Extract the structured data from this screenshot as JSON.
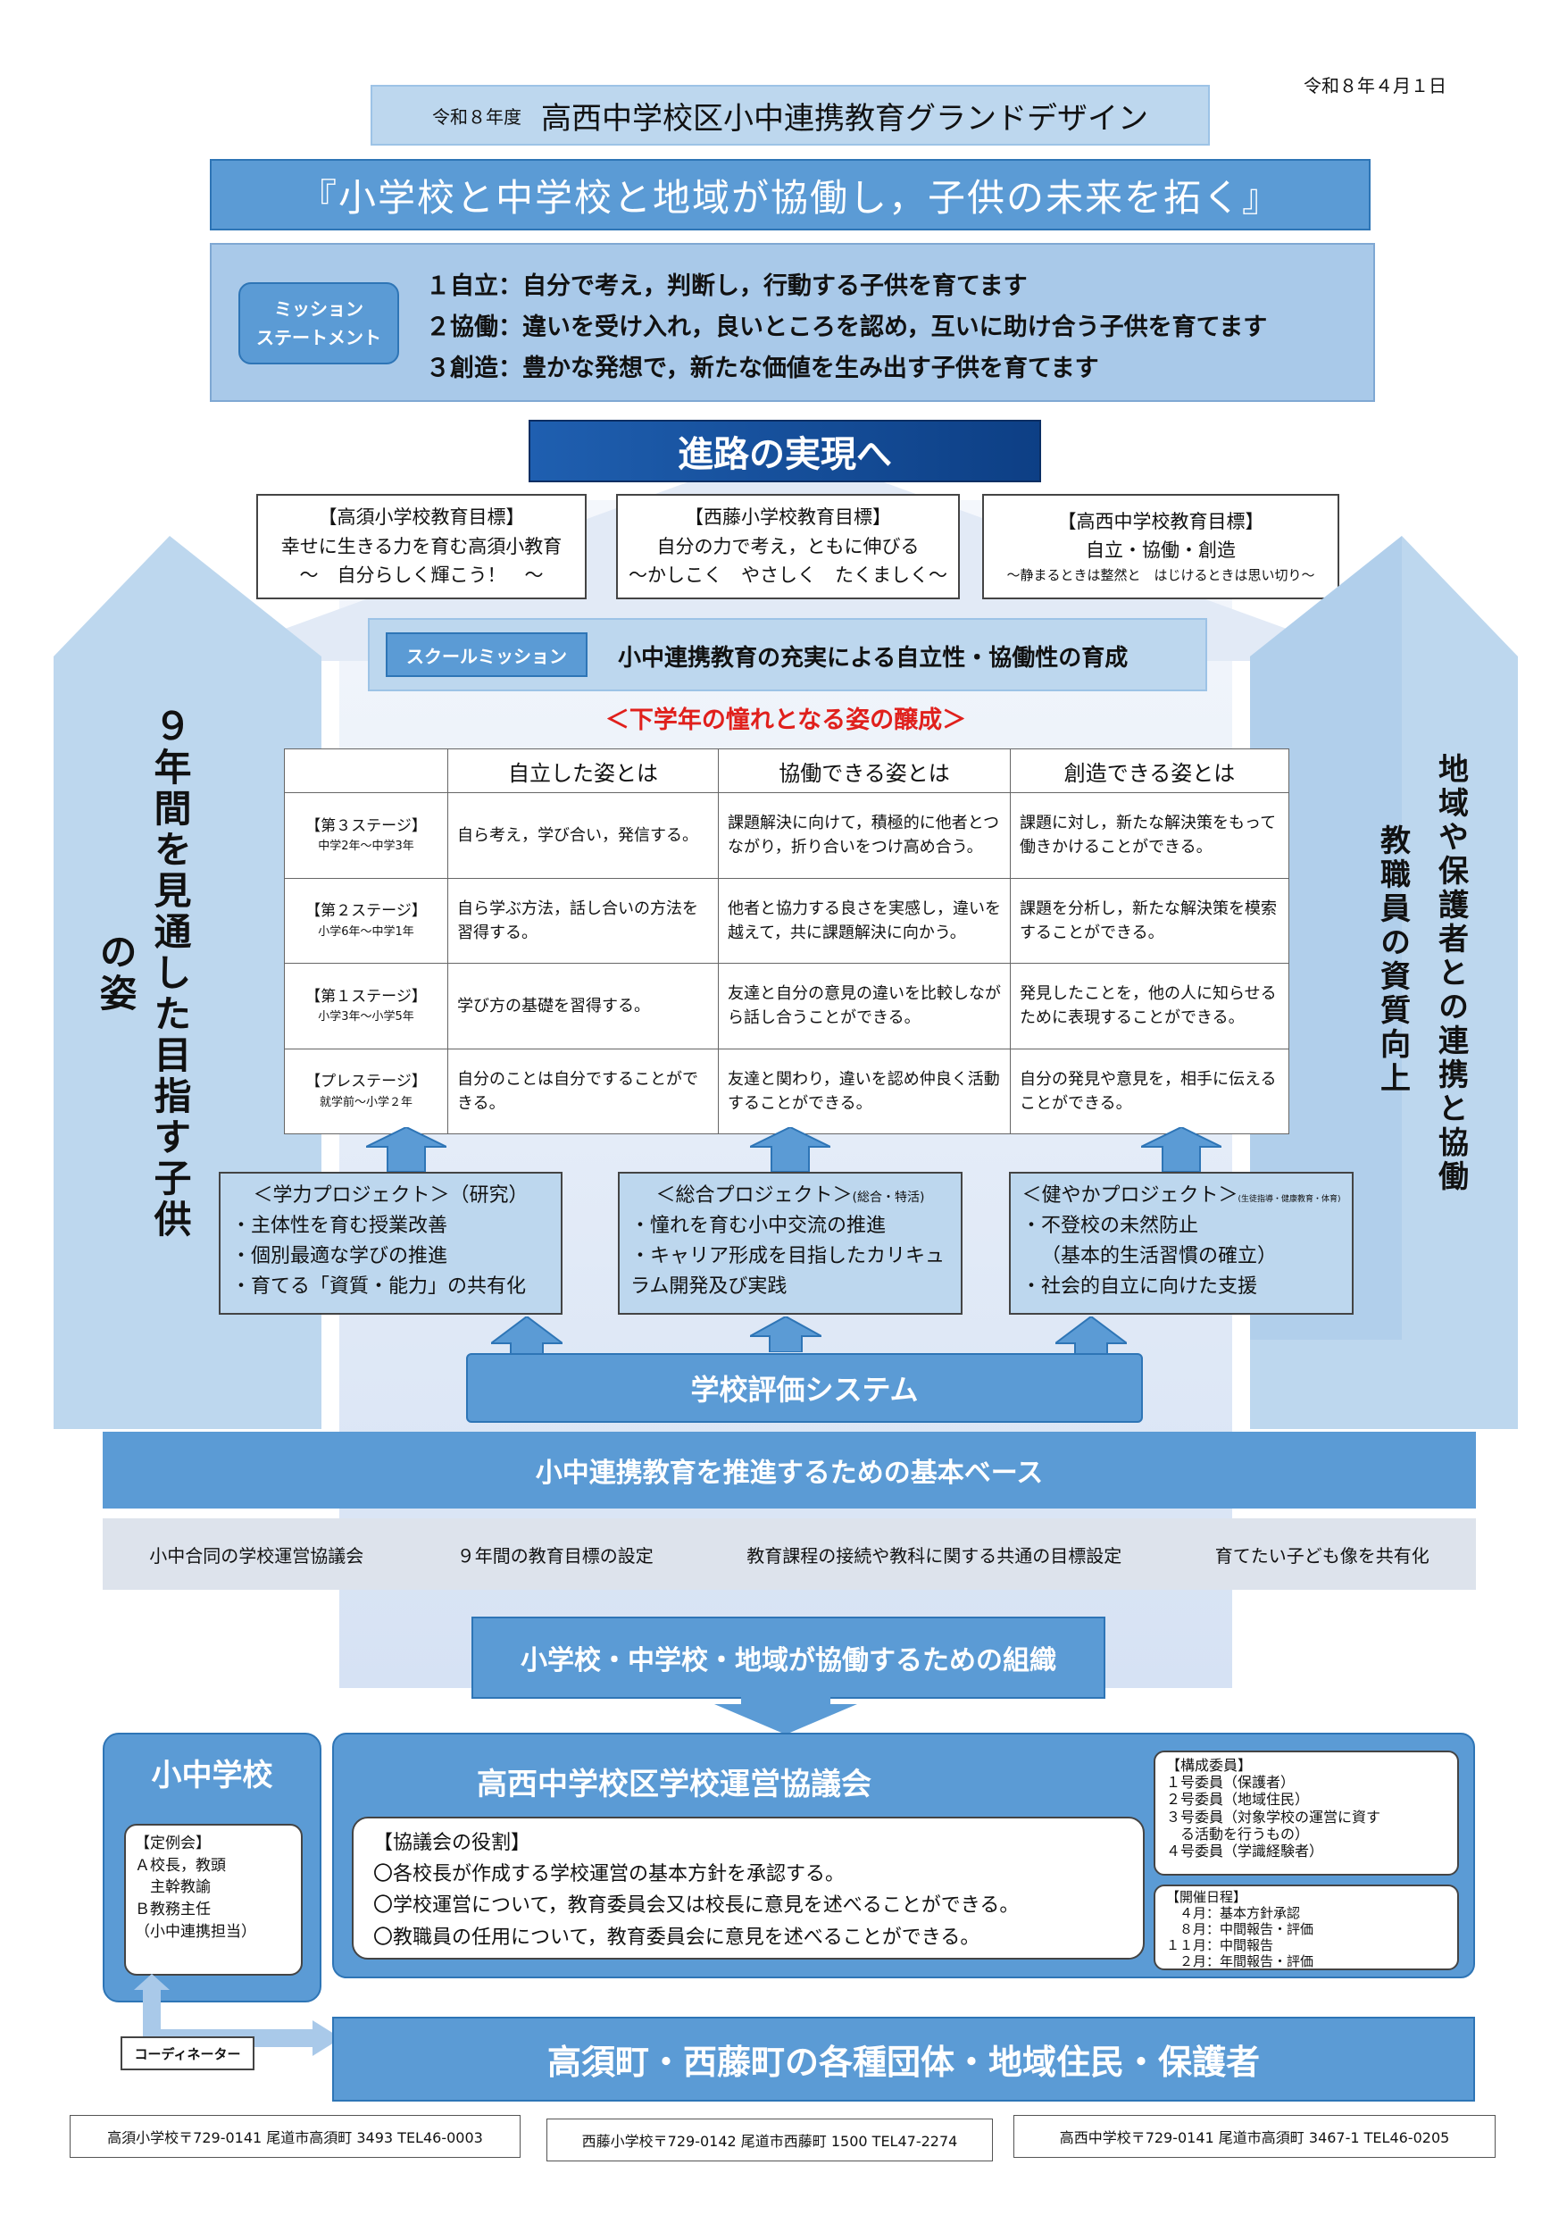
{
  "date": "令和８年４月１日",
  "header": {
    "year": "令和８年度",
    "title": "高西中学校区小中連携教育グランドデザイン",
    "slogan": "『小学校と中学校と地域が協働し，子供の未来を拓く』"
  },
  "mission": {
    "label_line1": "ミッション",
    "label_line2": "ステートメント",
    "items": [
      "１自立：自分で考え，判断し，行動する子供を育てます",
      "２協働：違いを受け入れ，良いところを認め，互いに助け合う子供を育てます",
      "３創造：豊かな発想で，新たな価値を生み出す子供を育てます"
    ]
  },
  "career": "進路の実現へ",
  "goals": [
    {
      "title": "【高須小学校教育目標】",
      "line1": "幸せに生きる力を育む高須小教育",
      "line2": "～　自分らしく輝こう！　～"
    },
    {
      "title": "【西藤小学校教育目標】",
      "line1": "自分の力で考え，ともに伸びる",
      "line2": "～かしこく　やさしく　たくましく～"
    },
    {
      "title": "【高西中学校教育目標】",
      "line1": "自立・協働・創造",
      "line2": "～静まるときは整然と　はじけるときは思い切り～"
    }
  ],
  "school_mission": {
    "label": "スクールミッション",
    "text": "小中連携教育の充実による自立性・協働性の育成"
  },
  "subtitle": "＜下学年の憧れとなる姿の醸成＞",
  "side_left": "９年間を見通した目指す子供の姿",
  "side_right_outer": "地域や保護者との連携と協働",
  "side_right_inner": "教職員の資質向上",
  "table": {
    "headers": [
      "",
      "自立した姿とは",
      "協働できる姿とは",
      "創造できる姿とは"
    ],
    "rows": [
      {
        "stage": "【第３ステージ】",
        "range": "中学2年～中学3年",
        "c1": "自ら考え，学び合い，発信する。",
        "c2": "課題解決に向けて，積極的に他者とつながり，折り合いをつけ高め合う。",
        "c3": "課題に対し，新たな解決策をもって働きかけることができる。"
      },
      {
        "stage": "【第２ステージ】",
        "range": "小学6年～中学1年",
        "c1": "自ら学ぶ方法，話し合いの方法を習得する。",
        "c2": "他者と協力する良さを実感し，違いを越えて，共に課題解決に向かう。",
        "c3": "課題を分析し，新たな解決策を模索することができる。"
      },
      {
        "stage": "【第１ステージ】",
        "range": "小学3年～小学5年",
        "c1": "学び方の基礎を習得する。",
        "c2": "友達と自分の意見の違いを比較しながら話し合うことができる。",
        "c3": "発見したことを，他の人に知らせるために表現することができる。"
      },
      {
        "stage": "【プレステージ】",
        "range": "就学前～小学２年",
        "c1": "自分のことは自分ですることができる。",
        "c2": "友達と関わり，違いを認め仲良く活動することができる。",
        "c3": "自分の発見や意見を，相手に伝えることができる。"
      }
    ]
  },
  "projects": [
    {
      "title": "＜学力プロジェクト＞（研究）",
      "note": "",
      "items": [
        "・主体性を育む授業改善",
        "・個別最適な学びの推進",
        "・育てる「資質・能力」の共有化"
      ]
    },
    {
      "title": "＜総合プロジェクト＞",
      "note": "(総合・特活)",
      "items": [
        "・憧れを育む小中交流の推進",
        "・キャリア形成を目指したカリキュラム開発及び実践"
      ]
    },
    {
      "title": "＜健やかプロジェクト＞",
      "note": "(生徒指導・健康教育・体育)",
      "items": [
        "・不登校の未然防止",
        "（基本的生活習慣の確立）",
        "・社会的自立に向けた支援"
      ]
    }
  ],
  "eval": "学校評価システム",
  "base": {
    "title": "小中連携教育を推進するための基本ベース",
    "items": [
      "小中合同の学校運営協議会",
      "９年間の教育目標の設定",
      "教育課程の接続や教科に関する共通の目標設定",
      "育てたい子ども像を共有化"
    ]
  },
  "org_title": "小学校・中学校・地域が協働するための組織",
  "shochu": {
    "title": "小中学校",
    "lines": [
      "【定例会】",
      "Ａ校長，教頭",
      "　主幹教諭",
      "Ｂ教務主任",
      "（小中連携担当）"
    ]
  },
  "council": {
    "title": "高西中学校区学校運営協議会",
    "role_title": "【協議会の役割】",
    "roles": [
      "〇各校長が作成する学校運営の基本方針を承認する。",
      "〇学校運営について，教育委員会又は校長に意見を述べることができる。",
      "〇教職員の任用について，教育委員会に意見を述べることができる。"
    ]
  },
  "members": {
    "lines": [
      "【構成委員】",
      "１号委員（保護者）",
      "２号委員（地域住民）",
      "３号委員（対象学校の運営に資す",
      "　る活動を行うもの）",
      "４号委員（学識経験者）"
    ]
  },
  "schedule": {
    "lines": [
      "【開催日程】",
      "　４月：基本方針承認",
      "　８月：中間報告・評価",
      "１１月：中間報告",
      "　２月：年間報告・評価"
    ]
  },
  "coordinator": "コーディネーター",
  "community": "高須町・西藤町の各種団体・地域住民・保護者",
  "footer": [
    "高須小学校〒729-0141 尾道市高須町 3493 TEL46-0003",
    "西藤小学校〒729-0142 尾道市西藤町 1500 TEL47-2274",
    "高西中学校〒729-0141 尾道市高須町 3467-1 TEL46-0205"
  ]
}
